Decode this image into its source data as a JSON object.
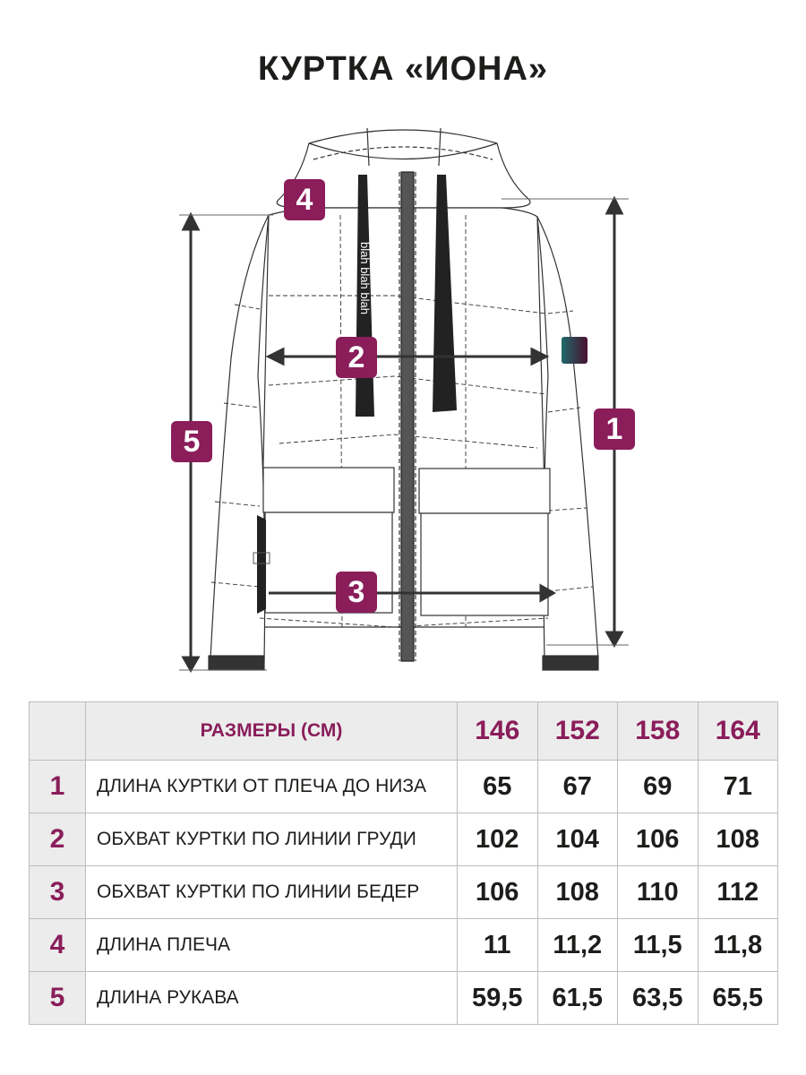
{
  "title": "КУРТКА «ИОНА»",
  "colors": {
    "accent": "#8a1d5a",
    "text": "#1d1d1b",
    "header_bg": "#ececec",
    "border": "#bdbdbd"
  },
  "drawing": {
    "badges": [
      {
        "id": "1",
        "label": "1",
        "meaning": "jacket-length"
      },
      {
        "id": "2",
        "label": "2",
        "meaning": "chest-girth"
      },
      {
        "id": "3",
        "label": "3",
        "meaning": "hip-girth"
      },
      {
        "id": "4",
        "label": "4",
        "meaning": "shoulder-length"
      },
      {
        "id": "5",
        "label": "5",
        "meaning": "sleeve-length"
      }
    ],
    "drawstring_text": "blah blah blah"
  },
  "table": {
    "header": {
      "label": "РАЗМЕРЫ (СМ)",
      "sizes": [
        "146",
        "152",
        "158",
        "164"
      ]
    },
    "rows": [
      {
        "num": "1",
        "label": "ДЛИНА КУРТКИ ОТ ПЛЕЧА ДО НИЗА",
        "values": [
          "65",
          "67",
          "69",
          "71"
        ]
      },
      {
        "num": "2",
        "label": "ОБХВАТ КУРТКИ ПО ЛИНИИ ГРУДИ",
        "values": [
          "102",
          "104",
          "106",
          "108"
        ]
      },
      {
        "num": "3",
        "label": "ОБХВАТ КУРТКИ ПО ЛИНИИ БЕДЕР",
        "values": [
          "106",
          "108",
          "110",
          "112"
        ]
      },
      {
        "num": "4",
        "label": "ДЛИНА ПЛЕЧА",
        "values": [
          "11",
          "11,2",
          "11,5",
          "11,8"
        ]
      },
      {
        "num": "5",
        "label": "ДЛИНА РУКАВА",
        "values": [
          "59,5",
          "61,5",
          "63,5",
          "65,5"
        ]
      }
    ]
  }
}
